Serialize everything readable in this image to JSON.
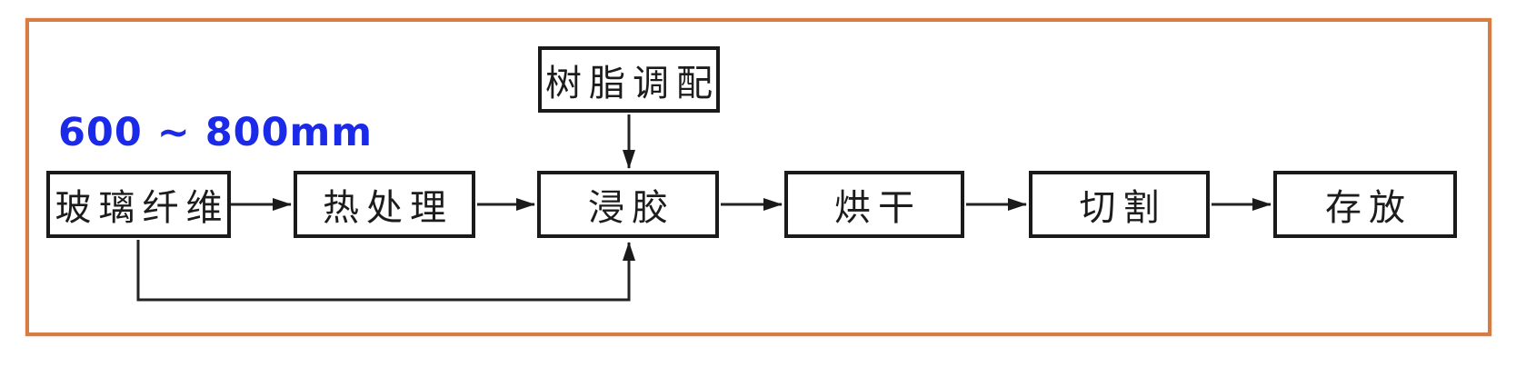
{
  "frame": {
    "border_color": "#d57d42",
    "background": "#ffffff"
  },
  "annotation": {
    "text": "600 ~ 800mm",
    "color": "#1b2ae8"
  },
  "diagram": {
    "type": "flowchart",
    "top_node": {
      "id": "resin-mixing",
      "label": "树脂调配"
    },
    "main_nodes": [
      {
        "id": "glass-fiber",
        "label": "玻璃纤维"
      },
      {
        "id": "heat-treatment",
        "label": "热处理"
      },
      {
        "id": "dipping",
        "label": "浸胶"
      },
      {
        "id": "drying",
        "label": "烘干"
      },
      {
        "id": "cutting",
        "label": "切割"
      },
      {
        "id": "storage",
        "label": "存放"
      }
    ],
    "edges": [
      {
        "from": "glass-fiber",
        "to": "heat-treatment",
        "style": "arrow-right"
      },
      {
        "from": "heat-treatment",
        "to": "dipping",
        "style": "arrow-right"
      },
      {
        "from": "dipping",
        "to": "drying",
        "style": "arrow-right"
      },
      {
        "from": "drying",
        "to": "cutting",
        "style": "arrow-right"
      },
      {
        "from": "cutting",
        "to": "storage",
        "style": "arrow-right"
      },
      {
        "from": "resin-mixing",
        "to": "dipping",
        "style": "arrow-down"
      },
      {
        "from": "glass-fiber",
        "to": "dipping",
        "style": "feedback-bottom-loop"
      }
    ],
    "line_color": "#222222"
  }
}
